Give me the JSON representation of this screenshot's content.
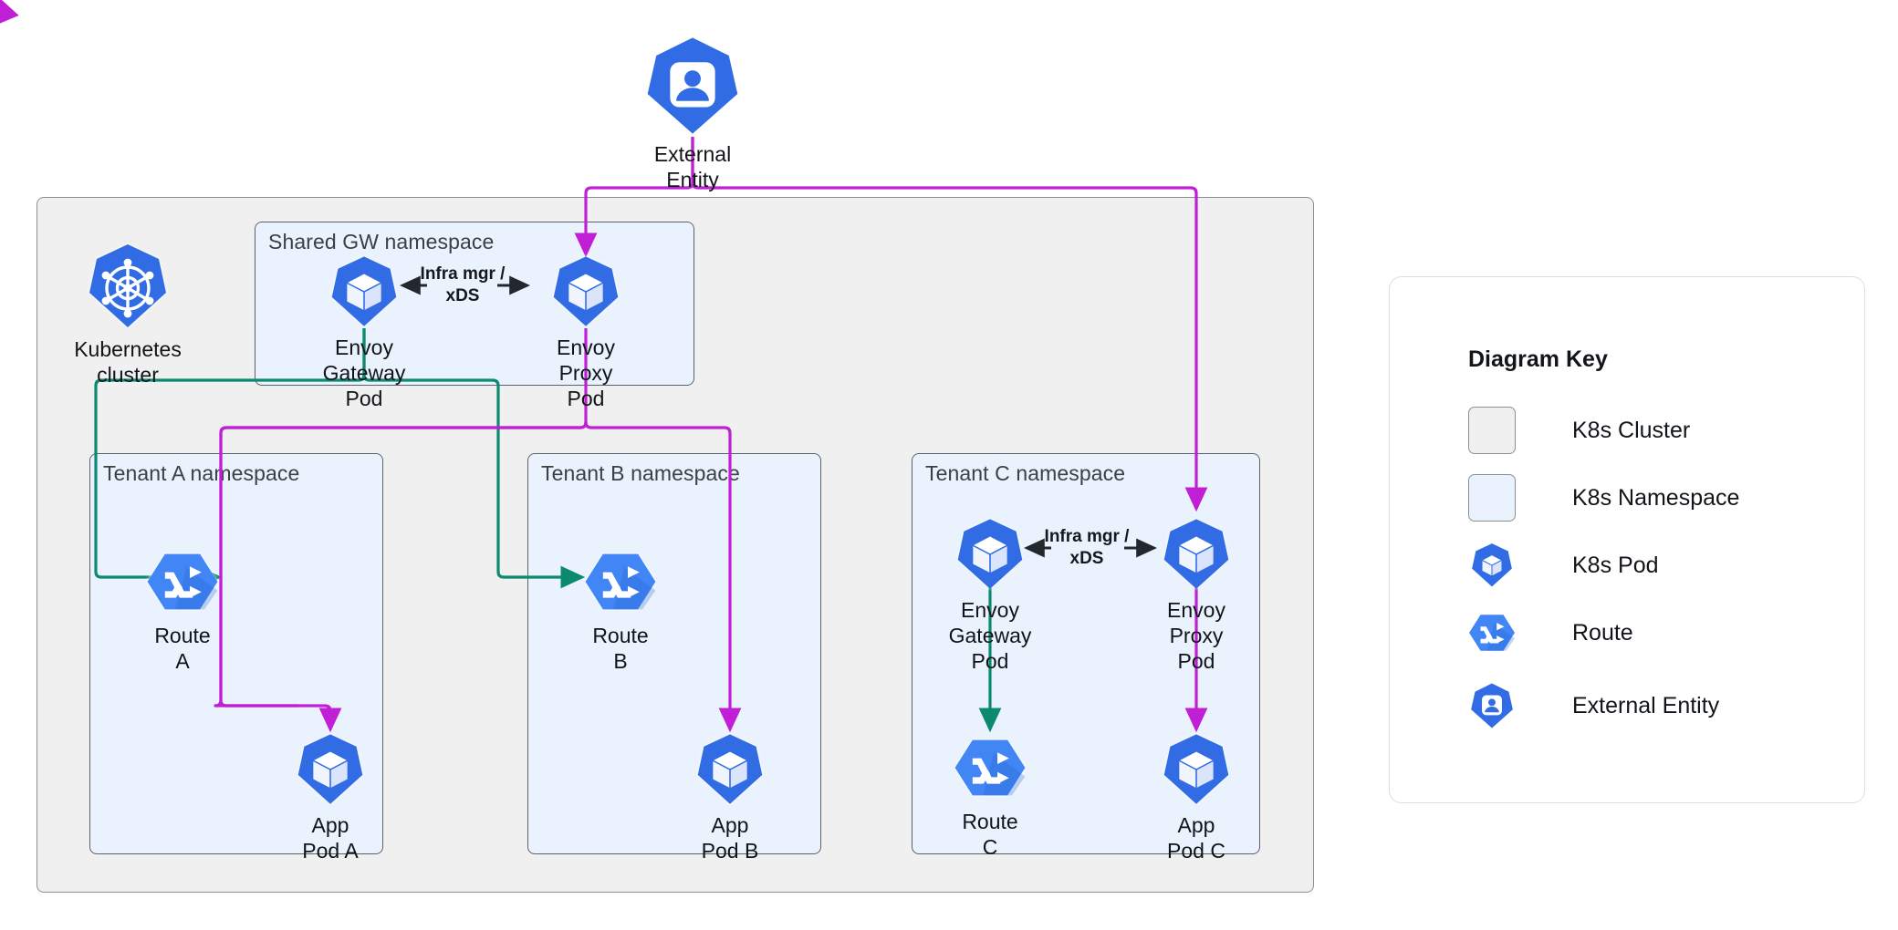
{
  "diagram": {
    "title": "Envoy Gateway multi-tenant Kubernetes deployment",
    "colors": {
      "pod_blue": "#326ce5",
      "route_blue": "#4285f4",
      "cluster_bg": "#f0f0f0",
      "cluster_border": "#8a8f94",
      "namespace_bg": "#eaf2fd",
      "namespace_border": "#5a6168",
      "edge_green": "#0b8a6f",
      "edge_magenta": "#c11fd6",
      "edge_dark": "#23282e",
      "legend_bg": "#ffffff",
      "legend_border": "#dcdfe3"
    }
  },
  "external": {
    "label": "External Entity",
    "icon": "external-entity-icon"
  },
  "cluster": {
    "logo_label": "Kubernetes cluster",
    "logo_icon": "kubernetes-helm-icon"
  },
  "namespaces": [
    {
      "id": "shared-gw",
      "title": "Shared GW namespace",
      "nodes": [
        {
          "id": "shared-gw-envoy-gateway-pod",
          "label": "Envoy\nGateway Pod",
          "icon": "k8s-pod-icon"
        },
        {
          "id": "shared-gw-envoy-proxy-pod",
          "label": "Envoy Proxy\nPod",
          "icon": "k8s-pod-icon"
        }
      ],
      "edge_label": "Infra mgr /\nxDS"
    },
    {
      "id": "tenant-a",
      "title": "Tenant A namespace",
      "nodes": [
        {
          "id": "route-a",
          "label": "Route A",
          "icon": "route-icon"
        },
        {
          "id": "app-pod-a",
          "label": "App Pod A",
          "icon": "k8s-pod-icon"
        }
      ]
    },
    {
      "id": "tenant-b",
      "title": "Tenant B namespace",
      "nodes": [
        {
          "id": "route-b",
          "label": "Route B",
          "icon": "route-icon"
        },
        {
          "id": "app-pod-b",
          "label": "App Pod B",
          "icon": "k8s-pod-icon"
        }
      ]
    },
    {
      "id": "tenant-c",
      "title": "Tenant C namespace",
      "nodes": [
        {
          "id": "tenant-c-envoy-gateway-pod",
          "label": "Envoy\nGateway Pod",
          "icon": "k8s-pod-icon"
        },
        {
          "id": "tenant-c-envoy-proxy-pod",
          "label": "Envoy Proxy\nPod",
          "icon": "k8s-pod-icon"
        },
        {
          "id": "route-c",
          "label": "Route C",
          "icon": "route-icon"
        },
        {
          "id": "app-pod-c",
          "label": "App Pod C",
          "icon": "k8s-pod-icon"
        }
      ],
      "edge_label": "Infra mgr /\nxDS"
    }
  ],
  "legend": {
    "title": "Diagram Key",
    "items": [
      {
        "id": "k8s-cluster",
        "label": "K8s Cluster",
        "icon": "cluster-swatch-icon"
      },
      {
        "id": "k8s-namespace",
        "label": "K8s Namespace",
        "icon": "namespace-swatch-icon"
      },
      {
        "id": "k8s-pod",
        "label": "K8s Pod",
        "icon": "k8s-pod-icon"
      },
      {
        "id": "route",
        "label": "Route",
        "icon": "route-icon"
      },
      {
        "id": "external-entity",
        "label": "External Entity",
        "icon": "external-entity-icon"
      }
    ]
  }
}
